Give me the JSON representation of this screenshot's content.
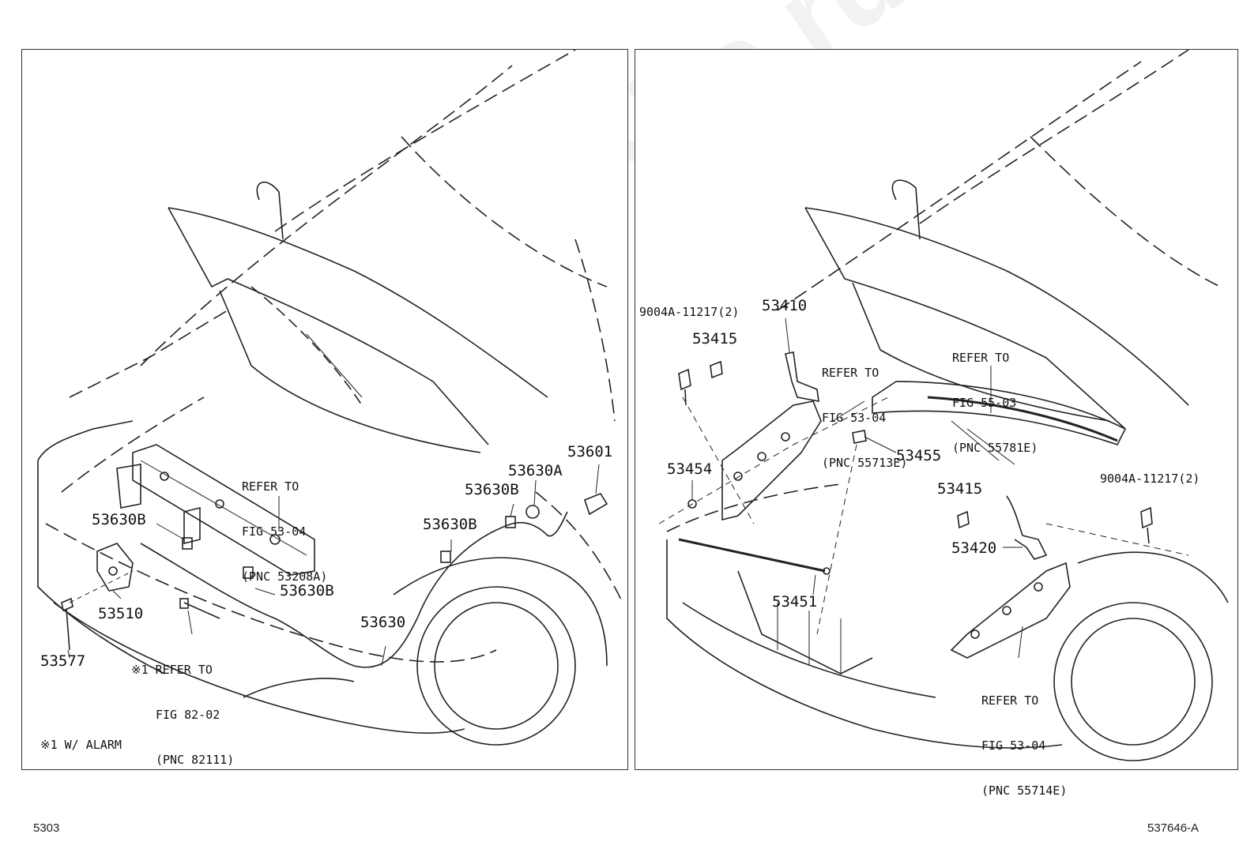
{
  "left_panel": {
    "labels": {
      "p53601": "53601",
      "p53630A": "53630A",
      "p53630B_a": "53630B",
      "p53630B_b": "53630B",
      "p53630B_c": "53630B",
      "p53630B_d": "53630B",
      "p53630": "53630",
      "p53510": "53510",
      "p53577": "53577"
    },
    "refs": {
      "support": [
        "REFER TO",
        "FIG 53-04",
        "(PNC 53208A)"
      ],
      "alarm": [
        "※1 REFER TO",
        "FIG 82-02",
        "(PNC 82111)"
      ]
    },
    "note": "※1 W/ ALARM"
  },
  "right_panel": {
    "labels": {
      "bolt_left": "9004A-11217(2)",
      "p53410": "53410",
      "p53415_a": "53415",
      "p53415_b": "53415",
      "p53454": "53454",
      "p53455": "53455",
      "p53451": "53451",
      "p53420": "53420",
      "bolt_right": "9004A-11217(2)"
    },
    "refs": {
      "seal_left": [
        "REFER TO",
        "FIG 53-04",
        "(PNC 55713E)"
      ],
      "cowl": [
        "REFER TO",
        "FIG 55-03",
        "(PNC 55781E)"
      ],
      "seal_right": [
        "REFER TO",
        "FIG 53-04",
        "(PNC 55714E)"
      ]
    }
  },
  "footer": {
    "page_code": "5303",
    "diagram_id": "537646-A"
  },
  "watermark": "ToyotaCarAire.ru"
}
